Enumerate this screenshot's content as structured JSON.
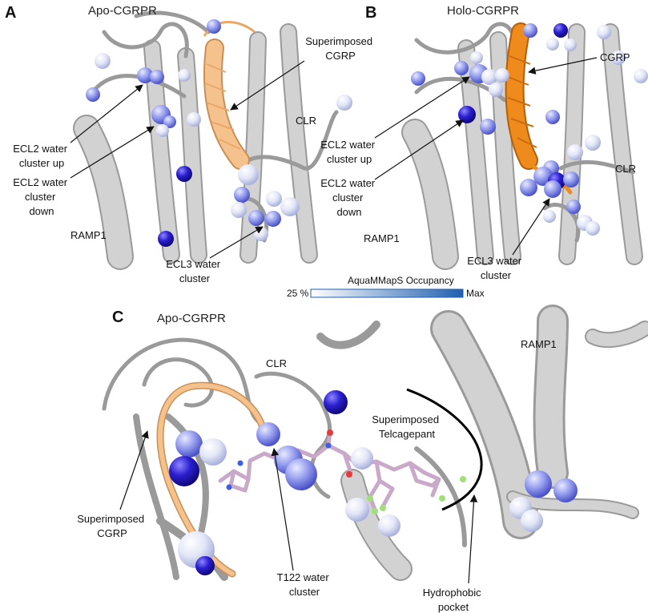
{
  "panels": {
    "a": {
      "letter": "A",
      "title": "Apo-CGRPR",
      "labels": {
        "superimposed_cgrp": [
          "Superimposed",
          "CGRP"
        ],
        "ecl2_up": [
          "ECL2 water",
          "cluster up"
        ],
        "ecl2_down": [
          "ECL2 water",
          "cluster",
          "down"
        ],
        "clr": "CLR",
        "ramp1": "RAMP1",
        "ecl3": [
          "ECL3 water",
          "cluster"
        ]
      }
    },
    "b": {
      "letter": "B",
      "title": "Holo-CGRPR",
      "labels": {
        "cgrp": "CGRP",
        "ecl2_up": [
          "ECL2 water",
          "cluster up"
        ],
        "ecl2_down": [
          "ECL2 water",
          "cluster",
          "down"
        ],
        "clr": "CLR",
        "ramp1": "RAMP1",
        "ecl3": [
          "ECL3 water",
          "cluster"
        ]
      }
    },
    "c": {
      "letter": "C",
      "title": "Apo-CGRPR",
      "labels": {
        "clr": "CLR",
        "ramp1": "RAMP1",
        "telcagepant": [
          "Superimposed",
          "Telcagepant"
        ],
        "cgrp": [
          "Superimposed",
          "CGRP"
        ],
        "t122": [
          "T122 water",
          "cluster"
        ],
        "pocket": [
          "Hydrophobic",
          "pocket"
        ]
      }
    }
  },
  "colorbar": {
    "title": "AquaMMapS Occupancy",
    "min_label": "25 %",
    "max_label": "Max",
    "color_min": "#ffffff",
    "color_max": "#1f5fb0"
  },
  "colors": {
    "ribbon": "#d2d2d2",
    "cgrp_superimposed": "#f5c28e",
    "cgrp_holo": "#ef8a1c",
    "sphere_low": "#e4e8f7",
    "sphere_mid": "#9aa2ee",
    "sphere_high": "#2a1fd0",
    "ligand": "#e6c9e6"
  }
}
